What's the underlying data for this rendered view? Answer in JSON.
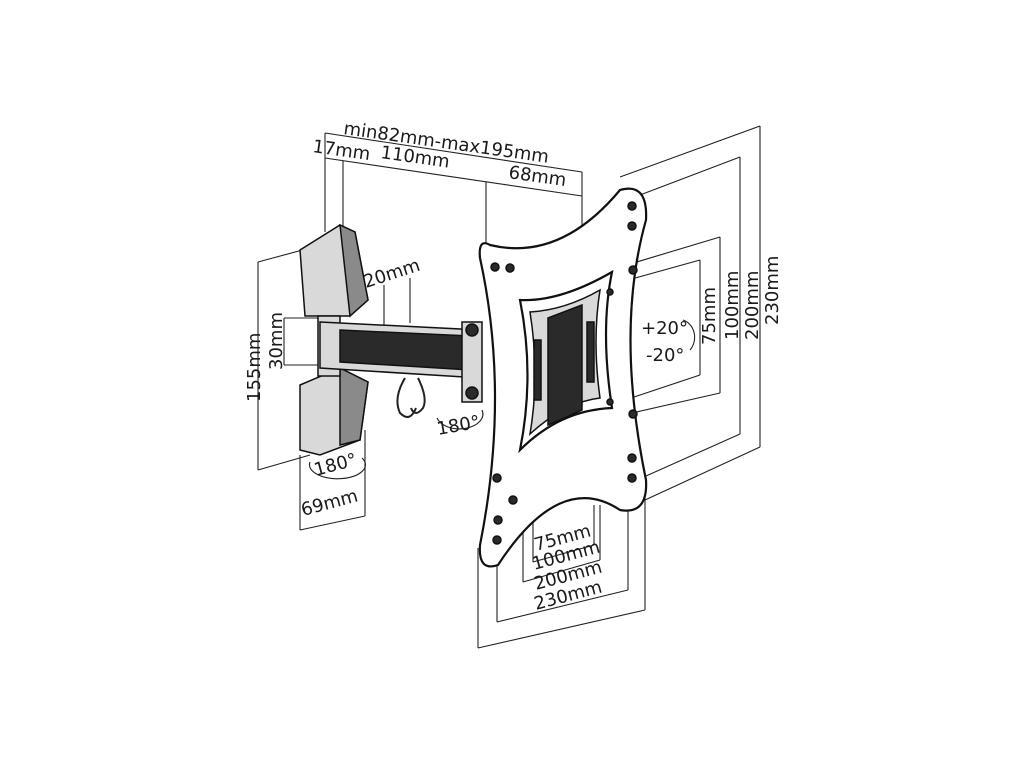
{
  "labels": {
    "depth_range": "min82mm-max195mm",
    "seg_17": "17mm",
    "seg_110": "110mm",
    "seg_68": "68mm",
    "arm_20": "20mm",
    "arm_30": "30mm",
    "height_155": "155mm",
    "wall_69": "69mm",
    "wall_rot": "180°",
    "arm_rot": "180°",
    "tilt_up": "+20°",
    "tilt_down": "-20°",
    "v_75": "75mm",
    "v_100": "100mm",
    "v_200": "200mm",
    "v_230": "230mm",
    "h_75": "75mm",
    "h_100": "100mm",
    "h_200": "200mm",
    "h_230": "230mm"
  }
}
